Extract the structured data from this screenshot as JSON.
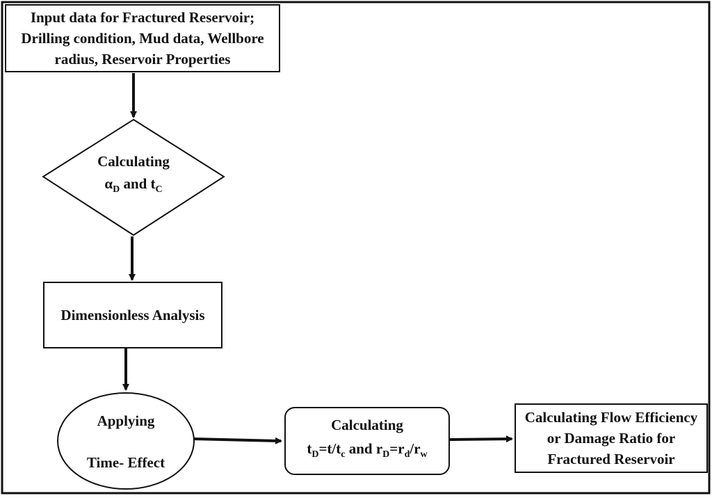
{
  "diagram": {
    "input_box": {
      "lines": [
        "Input data for Fractured Reservoir;",
        "Drilling condition, Mud data, Wellbore",
        "radius, Reservoir Properties"
      ]
    },
    "decision": {
      "line1": "Calculating",
      "alpha": "α",
      "alpha_sub": "D",
      "and": " and t",
      "t_sub": "C"
    },
    "dimensionless_box": {
      "label": "Dimensionless Analysis"
    },
    "applying_ellipse": {
      "line1": "Applying",
      "line2": "Time- Effect"
    },
    "calc_box": {
      "line1": "Calculating",
      "t": "t",
      "t_sub1": "D",
      "eq1": "=t/t",
      "t_sub2": "c",
      "and_r": " and r",
      "r_sub1": "D",
      "eq2": "=r",
      "r_sub2": "d",
      "slash_r": "/r",
      "r_sub3": "w"
    },
    "result_box": {
      "lines": [
        "Calculating Flow Efficiency",
        "or Damage Ratio for",
        "Fractured Reservoir"
      ]
    }
  }
}
